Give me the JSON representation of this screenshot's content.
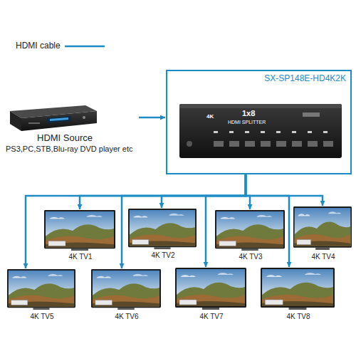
{
  "diagram": {
    "nodes": [
      {
        "text": [
          "HDMI Source",
          "PS3,PC,STB,Blu-ray DVD player etc"
        ]
      },
      {
        "text": [
          "SX-SP148E-HD4K2K"
        ]
      },
      {
        "text": [
          "4K TV1"
        ]
      },
      {
        "text": [
          "4K TV2"
        ]
      },
      {
        "text": [
          "4K TV3"
        ]
      },
      {
        "text": [
          "4K TV4"
        ]
      },
      {
        "text": [
          "4K TV5"
        ]
      },
      {
        "text": [
          "4K TV6"
        ]
      },
      {
        "text": [
          "4K TV7"
        ]
      },
      {
        "text": [
          "4K TV8"
        ]
      }
    ],
    "edges": [
      {
        "from": 0,
        "to": 1,
        "arrow": "to"
      },
      {
        "from": 1,
        "to": 2,
        "arrow": "to"
      },
      {
        "from": 1,
        "to": 3,
        "arrow": "to"
      },
      {
        "from": 1,
        "to": 4,
        "arrow": "to"
      },
      {
        "from": 1,
        "to": 5,
        "arrow": "to"
      },
      {
        "from": 1,
        "to": 6,
        "arrow": "to"
      },
      {
        "from": 1,
        "to": 7,
        "arrow": "to"
      },
      {
        "from": 1,
        "to": 8,
        "arrow": "to"
      },
      {
        "from": 1,
        "to": 9,
        "arrow": "to"
      }
    ],
    "labels": [
      "1x8",
      "HDMI SPLITTER",
      "4K"
    ],
    "legend": [
      {
        "text": "HDMI cable"
      }
    ]
  }
}
